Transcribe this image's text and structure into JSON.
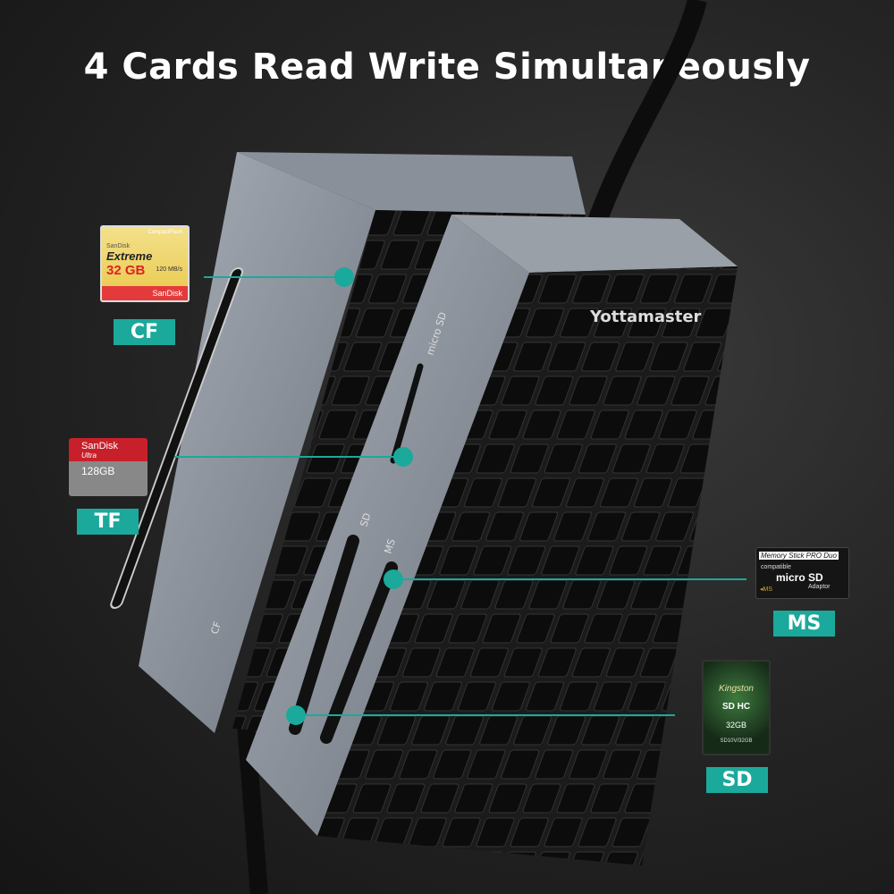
{
  "headline": "4 Cards Read Write Simultaneously",
  "accent_color": "#1ba99b",
  "device": {
    "brand": "Yottamaster",
    "slot_labels": {
      "micro_sd": "micro SD",
      "sd": "SD",
      "ms": "MS",
      "cf": "CF"
    }
  },
  "cards": [
    {
      "type": "CF",
      "top": "CompactFlash",
      "brand": "SanDisk",
      "line": "Extreme",
      "capacity": "32 GB",
      "speed": "120 MB/s",
      "footer": "SanDisk"
    },
    {
      "type": "TF",
      "brand": "SanDisk",
      "line": "Ultra",
      "capacity": "128GB"
    },
    {
      "type": "MS",
      "line": "Memory Stick PRO Duo",
      "compat": "compatible",
      "main": "micro SD",
      "sub": "Adaptor",
      "slot": "◂MS"
    },
    {
      "type": "SD",
      "brand": "Kingston",
      "class": "SD HC",
      "capacity": "32GB",
      "model": "SD10V/32GB"
    }
  ]
}
